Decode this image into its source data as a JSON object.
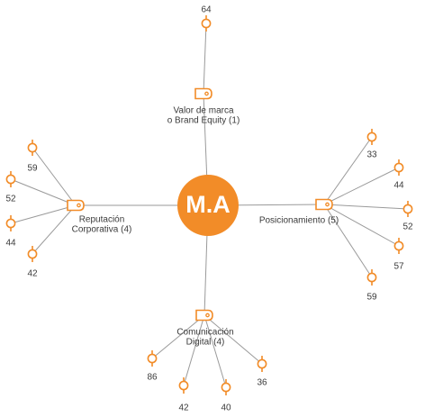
{
  "center": {
    "label": "M.A",
    "color": "#F28C28"
  },
  "colors": {
    "line": "#9a9a9a",
    "accent": "#F28C28",
    "text": "#3a3a3a"
  },
  "branches": [
    {
      "id": "valor",
      "label_lines": [
        "Valor de marca",
        "o Brand Equity (1)"
      ],
      "icon": "tag-icon",
      "leaves": [
        {
          "value": "64"
        }
      ]
    },
    {
      "id": "posicionamiento",
      "label_lines": [
        "Posicionamiento (5)"
      ],
      "icon": "tag-icon",
      "leaves": [
        {
          "value": "33"
        },
        {
          "value": "44"
        },
        {
          "value": "52"
        },
        {
          "value": "57"
        },
        {
          "value": "59"
        }
      ]
    },
    {
      "id": "comunicacion",
      "label_lines": [
        "Comunicación",
        "Digital (4)"
      ],
      "icon": "tag-icon",
      "leaves": [
        {
          "value": "86"
        },
        {
          "value": "42"
        },
        {
          "value": "40"
        },
        {
          "value": "36"
        }
      ]
    },
    {
      "id": "reputacion",
      "label_lines": [
        "Reputación",
        "Corporativa (4)"
      ],
      "icon": "tag-icon",
      "leaves": [
        {
          "value": "59"
        },
        {
          "value": "52"
        },
        {
          "value": "44"
        },
        {
          "value": "42"
        }
      ]
    }
  ]
}
